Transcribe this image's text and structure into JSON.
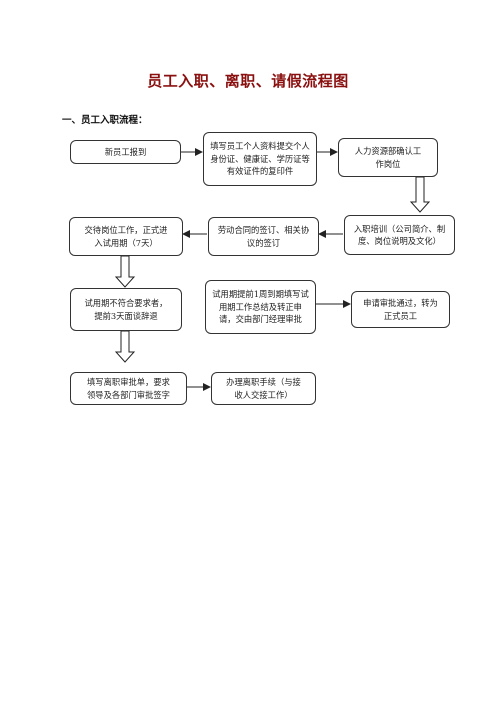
{
  "title": "员工入职、离职、请假流程图",
  "section_heading": "一、员工入职流程：",
  "boxes": {
    "report": "新员工报到",
    "fill_info": "填写员工个人资料提交个人身份证、健康证、学历证等有效证件的复印件",
    "hr_confirm": "人力资源部确认工作岗位",
    "training": "入职培训（公司简介、制度、岗位说明及文化）",
    "contract": "劳动合同的签订、相关协议的签订",
    "handover": "交待岗位工作，正式进入试用期（7天）",
    "not_qualified": "试用期不符合要求者，提前3天面谈辞退",
    "apply_regular": "试用期提前1周到期填写试用期工作总结及转正申请，交由部门经理审批",
    "approved": "申请审批通过，转为正式员工",
    "resign_form": "填写离职审批单，要求领导及各部门审批签字",
    "resign_proc": "办理离职手续（与接收人交接工作）"
  }
}
